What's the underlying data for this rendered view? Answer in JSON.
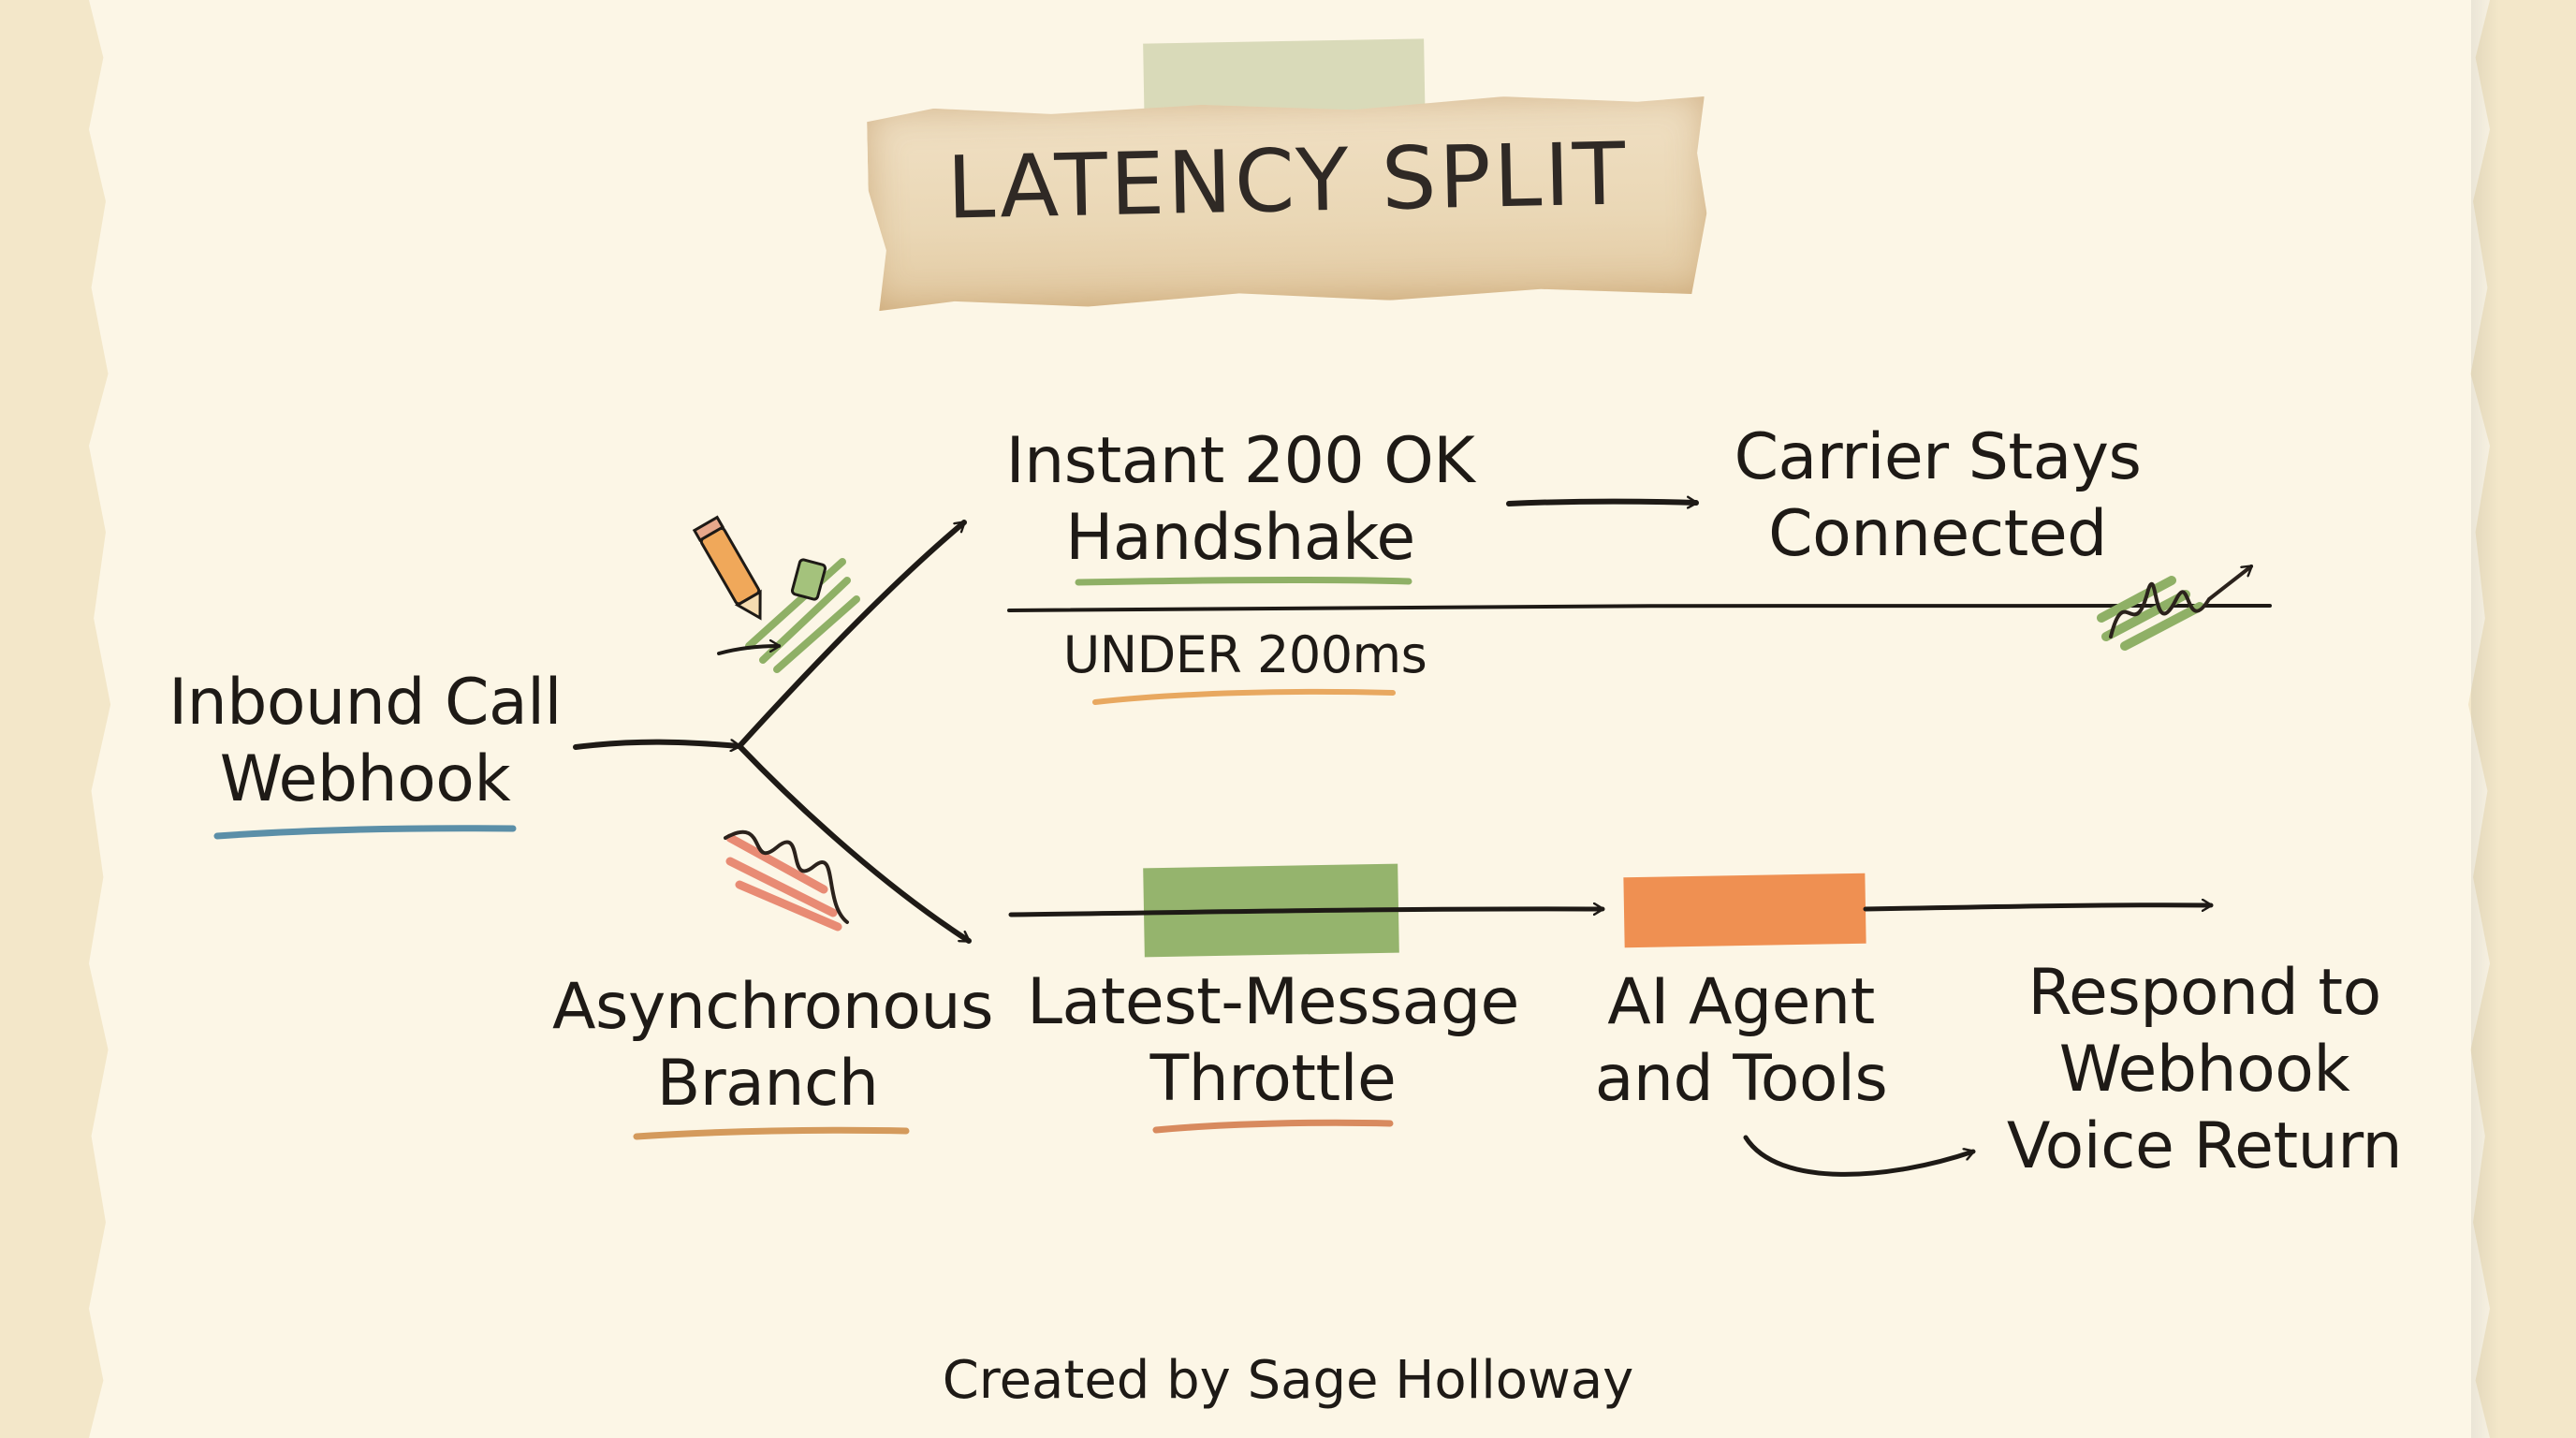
{
  "title": "LATENCY SPLIT",
  "nodes": {
    "inbound": [
      "Inbound Call",
      "Webhook"
    ],
    "instant": [
      "Instant 200 OK",
      "Handshake"
    ],
    "carrier": [
      "Carrier Stays",
      "Connected"
    ],
    "timing_note": "UNDER 200ms",
    "async": [
      "Asynchronous",
      "Branch"
    ],
    "throttle": [
      "Latest-Message",
      "Throttle"
    ],
    "agent": [
      "AI Agent",
      "and Tools"
    ],
    "respond": [
      "Respond to",
      "Webhook",
      "Voice Return"
    ]
  },
  "credit": "Created by Sage Holloway",
  "colors": {
    "background": "#f3e7c9",
    "paper": "#fcf6e6",
    "ink": "#1e1a16",
    "blue_underline": "#5b8fa8",
    "green": "#8fb066",
    "orange": "#ea9a63",
    "tan_underline": "#d49a5c",
    "coral": "#e88b74"
  }
}
